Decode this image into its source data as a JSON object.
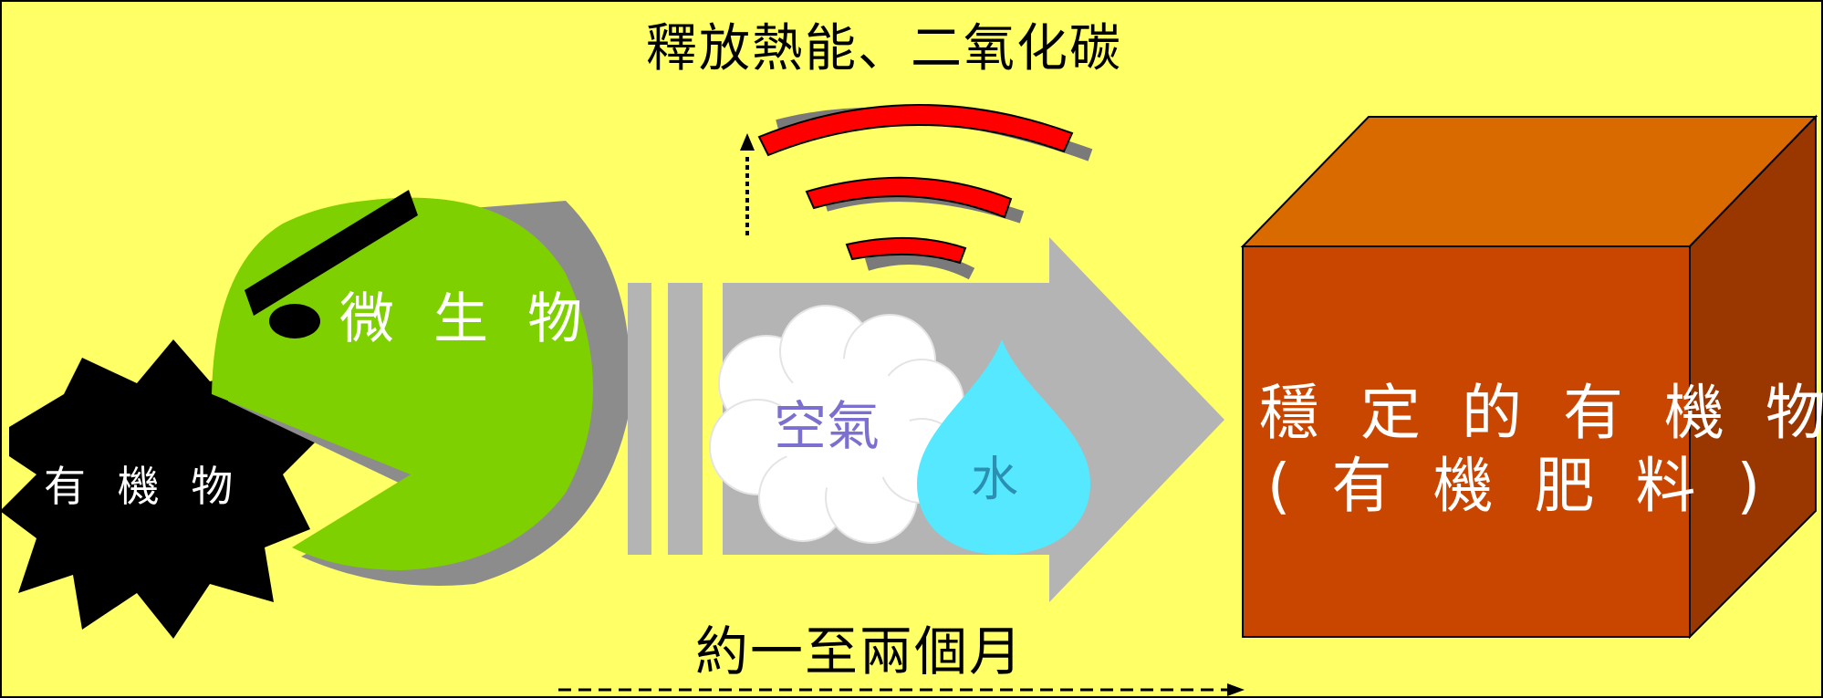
{
  "top_label": "釋放熱能、二氧化碳",
  "bottom_label": "約一至兩個月",
  "microbe_label": "微 生 物",
  "organic_label": "有 機 物",
  "air_label": "空氣",
  "water_label": "水",
  "product_line1": "穩 定 的 有 機 物",
  "product_line2": "( 有 機 肥 料 )",
  "colors": {
    "background": "#ffff66",
    "microbe": "#7fd000",
    "arrow": "#b4b4b4",
    "cube_front": "#c84600",
    "cube_top": "#d86a00",
    "cube_side": "#9a3600",
    "heat_wave": "#ff0000",
    "water": "#55e8ff"
  }
}
